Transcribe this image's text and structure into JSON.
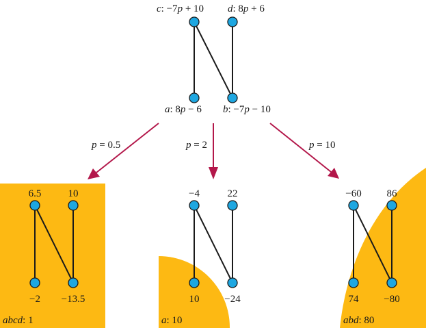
{
  "colors": {
    "region": "#fdb913",
    "node": "#1ea7e1",
    "edge": "#1a1a1a",
    "arrow": "#b3174a"
  },
  "top": {
    "labels": {
      "c": {
        "var": "c",
        "expr_pre": ": −7",
        "p": "p",
        "expr_post": " + 10"
      },
      "d": {
        "var": "d",
        "expr_pre": ": 8",
        "p": "p",
        "expr_post": " + 6"
      },
      "a": {
        "var": "a",
        "expr_pre": ": 8",
        "p": "p",
        "expr_post": " − 6"
      },
      "b": {
        "var": "b",
        "expr_pre": ": −7",
        "p": "p",
        "expr_post": " − 10"
      }
    }
  },
  "arrows": [
    {
      "p_label": "p",
      "eq": " = 0.5"
    },
    {
      "p_label": "p",
      "eq": " = 2"
    },
    {
      "p_label": "p",
      "eq": " = 10"
    }
  ],
  "panels": [
    {
      "values": {
        "c": "6.5",
        "d": "10",
        "a": "−2",
        "b": "−13.5"
      },
      "result_name": "abcd",
      "result_value": ": 1"
    },
    {
      "values": {
        "c": "−4",
        "d": "22",
        "a": "10",
        "b": "−24"
      },
      "result_name": "a",
      "result_value": ": 10"
    },
    {
      "values": {
        "c": "−60",
        "d": "86",
        "a": "74",
        "b": "−80"
      },
      "result_name": "abd",
      "result_value": ": 80"
    }
  ]
}
